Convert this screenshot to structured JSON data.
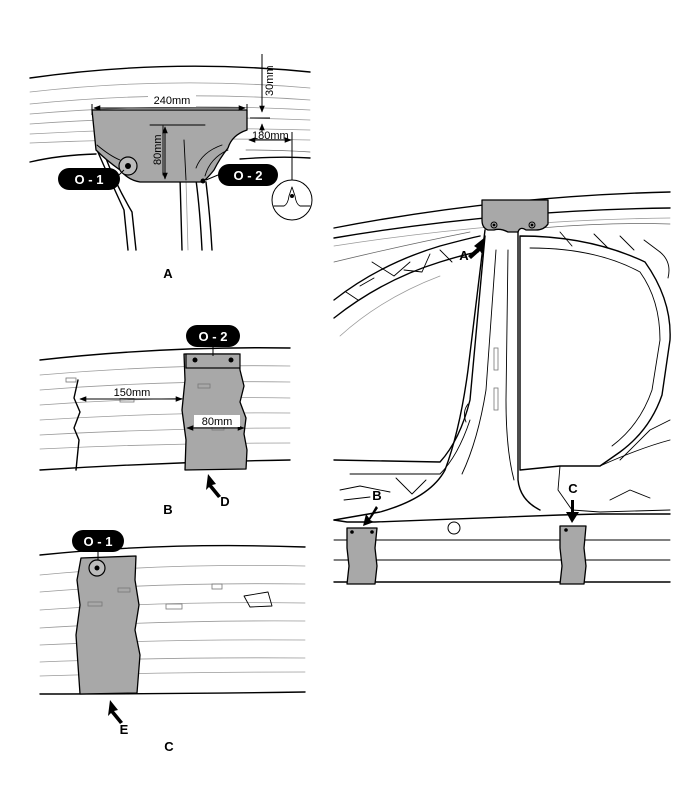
{
  "labels": {
    "view_a": "A",
    "view_b": "B",
    "view_c": "C",
    "arrow_a": "A",
    "arrow_b": "B",
    "arrow_c": "C",
    "arrow_d": "D",
    "arrow_e": "E"
  },
  "callouts": {
    "o1_top": "O - 1",
    "o2_top": "O - 2",
    "o2_b": "O - 2",
    "o1_c": "O - 1"
  },
  "dimensions": {
    "a_width": "240mm",
    "a_height": "80mm",
    "a_top": "30mm",
    "a_right": "180mm",
    "b_left": "150mm",
    "b_width": "80mm"
  }
}
